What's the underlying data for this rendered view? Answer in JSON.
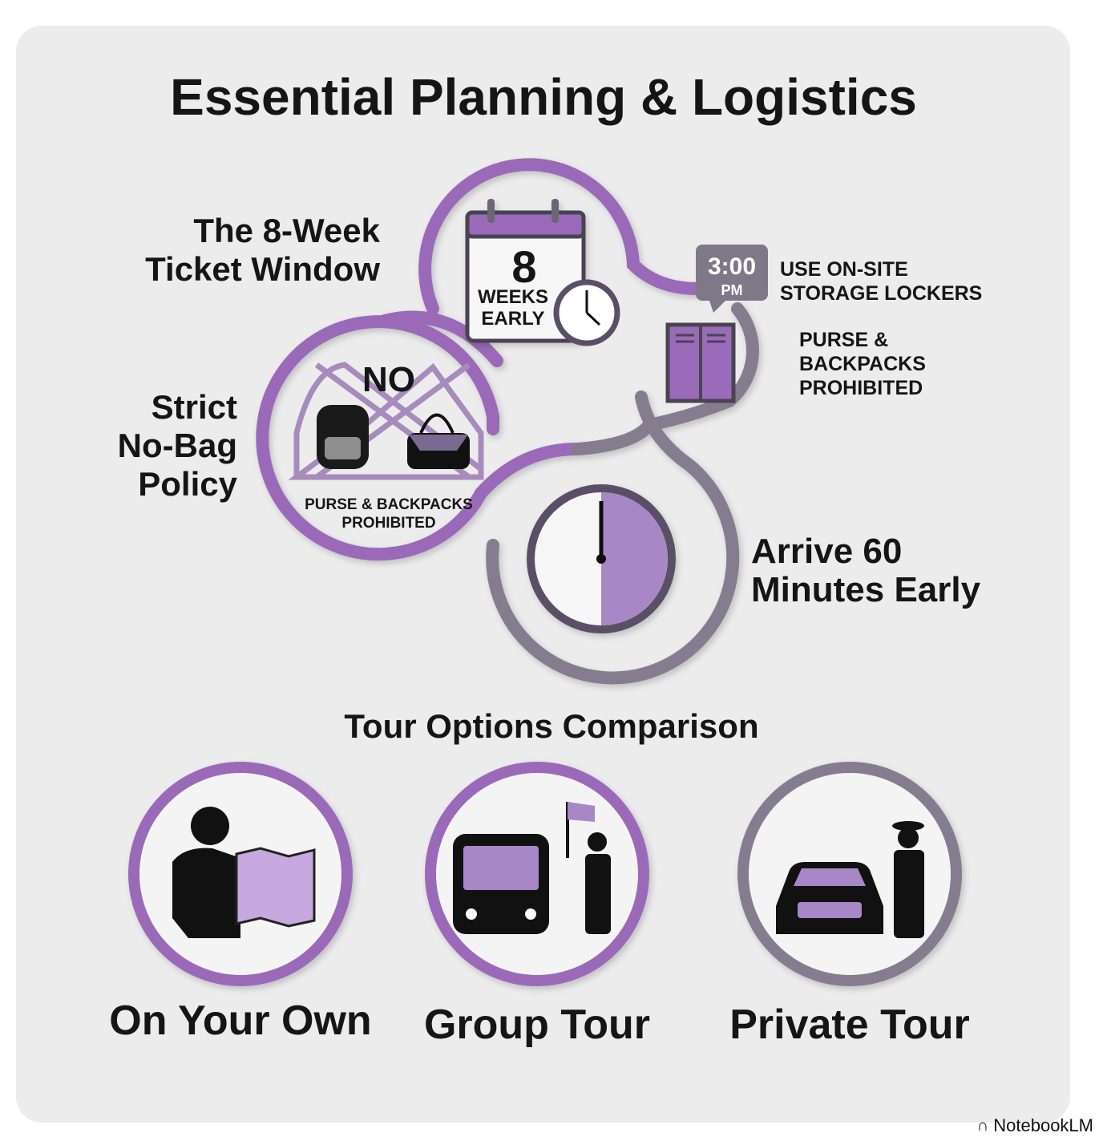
{
  "title": "Essential Planning & Logistics",
  "ticket_window": {
    "line1": "The 8-Week",
    "line2": "Ticket Window",
    "calendar_number": "8",
    "calendar_line1": "WEEKS",
    "calendar_line2": "EARLY"
  },
  "no_bag": {
    "line1": "Strict",
    "line2": "No-Bag",
    "line3": "Policy",
    "no_label": "NO",
    "caption_line1": "PURSE & BACKPACKS",
    "caption_line2": "PROHIBITED"
  },
  "lockers": {
    "time": "3:00",
    "ampm": "PM",
    "line1": "USE ON-SITE",
    "line2": "STORAGE LOCKERS",
    "note1": "PURSE &",
    "note2": "BACKPACKS",
    "note3": "PROHIBITED"
  },
  "arrive": {
    "line1": "Arrive 60",
    "line2": "Minutes Early"
  },
  "tours": {
    "heading": "Tour Options Comparison",
    "items": [
      {
        "label": "On Your Own"
      },
      {
        "label": "Group Tour"
      },
      {
        "label": "Private Tour"
      }
    ]
  },
  "brand": "NotebookLM",
  "colors": {
    "purple": "#9a6bb8",
    "gray": "#7f7888",
    "background": "#ececec"
  }
}
